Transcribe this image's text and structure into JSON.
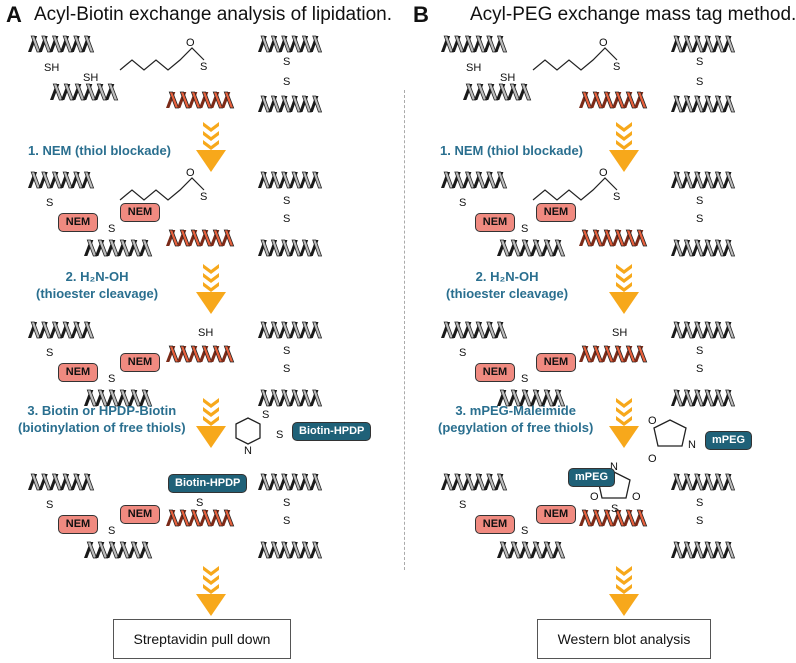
{
  "panels": [
    {
      "letter": "A",
      "title": "Acyl-Biotin exchange analysis of lipidation.",
      "step1": "1. NEM (thiol blockade)",
      "step2_line1": "2. H₂N-OH",
      "step2_line2": "(thioester cleavage)",
      "step3_line1": "3. Biotin or HPDP-Biotin",
      "step3_line2": "(biotinylation of free thiols)",
      "reagent_tag": "Biotin-HPDP",
      "result": "Streptavidin pull down"
    },
    {
      "letter": "B",
      "title": "Acyl-PEG exchange mass tag method.",
      "step1": "1. NEM (thiol blockade)",
      "step2_line1": "2. H₂N-OH",
      "step2_line2": "(thioester cleavage)",
      "step3_line1": "3. mPEG-Maleimide",
      "step3_line2": "(pegylation of free thiols)",
      "reagent_tag": "mPEG",
      "result": "Western blot analysis"
    }
  ],
  "labels": {
    "nem": "NEM",
    "sh": "SH",
    "s": "S",
    "o": "O",
    "n": "N"
  },
  "colors": {
    "helix_gray": "#bdbdbd",
    "helix_dark": "#1a1a1a",
    "helix_orange": "#e8603c",
    "arrow": "#f7a81b",
    "nem": "#f08a80",
    "teal": "#1f6178",
    "step_text": "#2a6f8f"
  }
}
